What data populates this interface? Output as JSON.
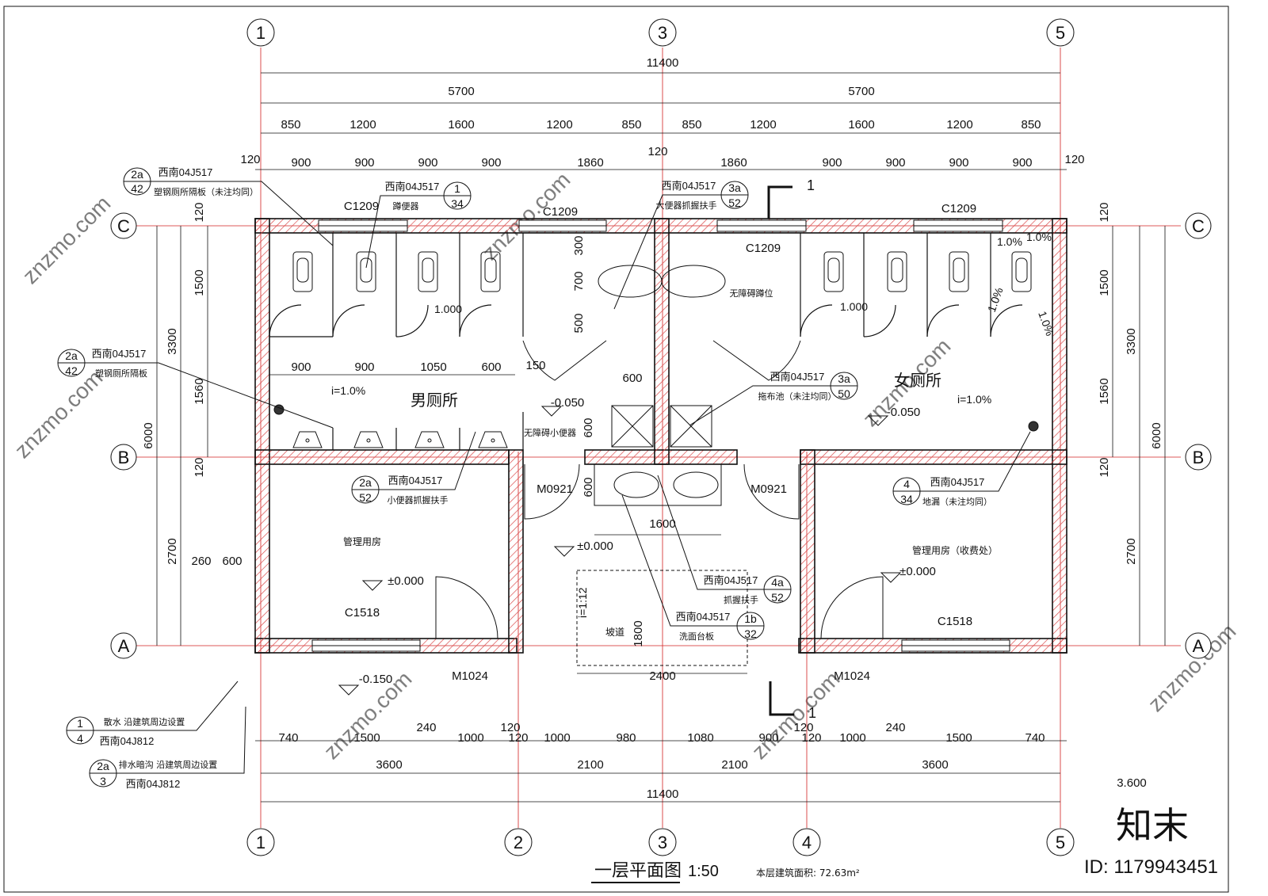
{
  "drawing": {
    "title": "一层平面图",
    "scale": "1:50",
    "area_note": "本层建筑面积: 72.63m²",
    "watermark": "znzmo.com",
    "brand_mark": "知末",
    "id_label": "ID: 1179943451"
  },
  "axes": {
    "top": [
      "1",
      "3",
      "5"
    ],
    "bottom": [
      "1",
      "2",
      "3",
      "4",
      "5"
    ],
    "left": [
      "C",
      "B",
      "A"
    ],
    "right": [
      "C",
      "B",
      "A"
    ]
  },
  "dimensions": {
    "top_total": "11400",
    "top_half": [
      "5700",
      "5700"
    ],
    "top_row2": [
      "850",
      "1200",
      "1600",
      "1200",
      "850",
      "850",
      "1200",
      "1600",
      "1200",
      "850"
    ],
    "top_row3": [
      "120",
      "900",
      "900",
      "900",
      "900",
      "1860",
      "120",
      "1860",
      "900",
      "900",
      "900",
      "900",
      "120"
    ],
    "bottom_row1": [
      "740",
      "1500",
      "240",
      "1000",
      "120",
      "120",
      "1000",
      "980",
      "1080",
      "900",
      "120",
      "120",
      "1000",
      "240",
      "1500",
      "740"
    ],
    "bottom_row2": [
      "3600",
      "2100",
      "2100",
      "3600"
    ],
    "bottom_total": "11400",
    "left_outer": "6000",
    "left_mid": [
      "3300",
      "2700"
    ],
    "left_inner": [
      "120",
      "1500",
      "1560",
      "120"
    ],
    "right_outer": "6000",
    "right_mid": [
      "3300",
      "2700"
    ],
    "right_inner": [
      "120",
      "1500",
      "1560",
      "120"
    ],
    "internal": [
      "900",
      "900",
      "1050",
      "600",
      "150",
      "600",
      "600",
      "300",
      "700",
      "500",
      "600",
      "1600",
      "2400",
      "1800",
      "260",
      "600"
    ]
  },
  "windows": [
    "C1209",
    "C1209",
    "C1209",
    "C1209",
    "C1518",
    "C1518"
  ],
  "doors": [
    "M0921",
    "M0921",
    "M1024",
    "M1024"
  ],
  "rooms": {
    "men": "男厕所",
    "women": "女厕所",
    "mgmt_left": "管理用房",
    "mgmt_right": "管理用房（收费处）",
    "ramp": "坡道",
    "accessible_squat": "无障碍蹲位",
    "accessible_urinal": "无障碍小便器"
  },
  "levels": [
    "±0.000",
    "±0.000",
    "±0.000",
    "-0.050",
    "-0.050",
    "-0.150",
    "3.600"
  ],
  "slopes": [
    "i=1.0%",
    "i=1.0%",
    "1.000",
    "1.000",
    "i=1:12",
    "1.0%",
    "1.0%",
    "1.0%",
    "1.0%"
  ],
  "callouts": [
    {
      "top": "2a",
      "bottom": "42",
      "ref": "西南04J517",
      "note": "塑钢厕所隔板（未注均同）"
    },
    {
      "top": "1",
      "bottom": "34",
      "ref": "西南04J517",
      "note": "蹲便器"
    },
    {
      "top": "3a",
      "bottom": "52",
      "ref": "西南04J517",
      "note": "大便器抓握扶手"
    },
    {
      "top": "2a",
      "bottom": "42",
      "ref": "西南04J517",
      "note": "塑钢厕所隔板"
    },
    {
      "top": "3a",
      "bottom": "50",
      "ref": "西南04J517",
      "note": "拖布池（未注均同）"
    },
    {
      "top": "2a",
      "bottom": "52",
      "ref": "西南04J517",
      "note": "小便器抓握扶手"
    },
    {
      "top": "4",
      "bottom": "34",
      "ref": "西南04J517",
      "note": "地漏（未注均同）"
    },
    {
      "top": "4a",
      "bottom": "52",
      "ref": "西南04J517",
      "note": "抓握扶手"
    },
    {
      "top": "1b",
      "bottom": "32",
      "ref": "西南04J517",
      "note": "洗面台板"
    },
    {
      "top": "1",
      "bottom": "4",
      "ref": "西南04J812",
      "note": "散水 沿建筑周边设置"
    },
    {
      "top": "2a",
      "bottom": "3",
      "ref": "西南04J812",
      "note": "排水暗沟 沿建筑周边设置"
    }
  ],
  "section": "1",
  "colors": {
    "wall_hatch": "#d94a4a",
    "axis": "#d22020",
    "line": "#111111"
  }
}
